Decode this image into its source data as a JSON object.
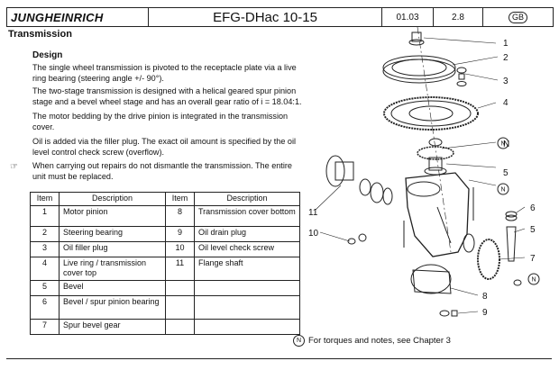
{
  "header": {
    "logo": "JUNGHEINRICH",
    "model": "EFG-DHac 10-15",
    "code": "01.03",
    "page": "2.8",
    "lang": "GB"
  },
  "section_title": "Transmission",
  "design_heading": "Design",
  "paragraphs": [
    "The single wheel transmission is pivoted to the receptacle plate via a live ring bearing (steering angle +/- 90°).",
    "The two-stage transmission is designed with a helical geared spur pinion stage and a bevel wheel stage and has an overall gear ratio of i = 18.04:1.",
    "The motor bedding by the drive pinion is integrated in the transmission cover.",
    "Oil is added via the filler plug. The exact oil amount is specified by the oil level control check screw (overflow).",
    "When carrying out repairs do not dismantle the transmission. The entire unit must be replaced."
  ],
  "note_icon": "hand-pointer-icon",
  "table": {
    "headers": [
      "Item",
      "Description",
      "Item",
      "Description"
    ],
    "rows": [
      [
        "1",
        "Motor pinion",
        "8",
        "Transmission cover bottom"
      ],
      [
        "2",
        "Steering bearing",
        "9",
        "Oil drain plug"
      ],
      [
        "3",
        "Oil filler plug",
        "10",
        "Oil level check screw"
      ],
      [
        "4",
        "Live ring / transmission cover top",
        "11",
        "Flange shaft"
      ],
      [
        "5",
        "Bevel",
        "",
        ""
      ],
      [
        "6",
        "Bevel / spur pinion bearing",
        "",
        ""
      ],
      [
        "7",
        "Spur bevel gear",
        "",
        ""
      ]
    ]
  },
  "drawing": {
    "callouts": [
      "1",
      "2",
      "3",
      "4",
      "N",
      "N",
      "5",
      "N",
      "6",
      "5",
      "11",
      "10",
      "7",
      "N",
      "8",
      "9"
    ]
  },
  "footnote": {
    "symbol": "N",
    "text": "For torques and notes, see Chapter 3"
  }
}
